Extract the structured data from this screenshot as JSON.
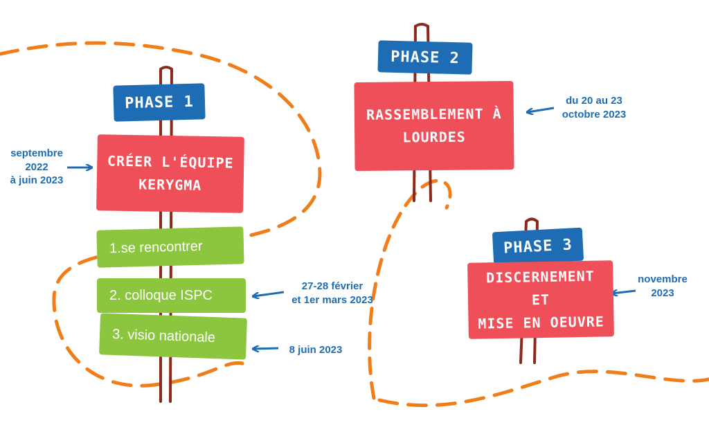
{
  "phase1": {
    "tag": "PHASE 1",
    "title": "CRÉER L'ÉQUIPE\nKERYGMA",
    "date": "septembre\n2022\nà juin 2023",
    "steps": [
      {
        "label": "1.se rencontrer",
        "date": ""
      },
      {
        "label": "2. colloque ISPC",
        "date": "27-28 février\net 1er mars 2023"
      },
      {
        "label": "3. visio nationale",
        "date": "8 juin 2023"
      }
    ]
  },
  "phase2": {
    "tag": "PHASE 2",
    "title": "RASSEMBLEMENT À\nLOURDES",
    "date": "du 20 au 23\noctobre 2023"
  },
  "phase3": {
    "tag": "PHASE 3",
    "title": "DISCERNEMENT ET\nMISE EN OEUVRE",
    "date": "novembre\n2023"
  },
  "colors": {
    "phase_tag": "#1e6db4",
    "title_sign": "#ee4f58",
    "step_sign": "#8cc63f",
    "path": "#f07d1a",
    "pole": "#8b2a1c",
    "date_text": "#1e6db4"
  }
}
